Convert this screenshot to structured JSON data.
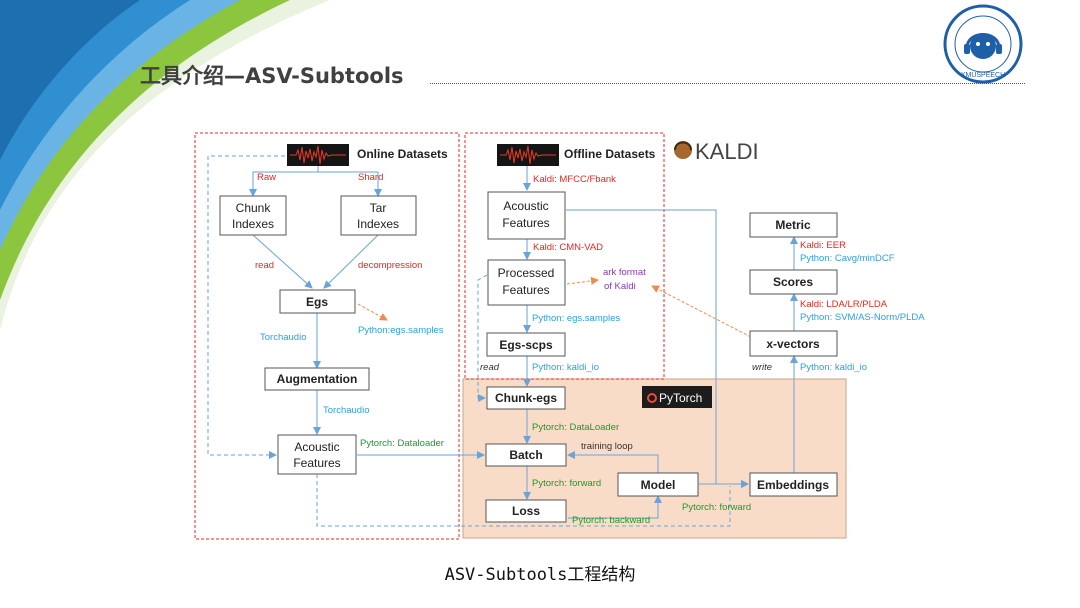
{
  "slide": {
    "title": "工具介绍—ASV-Subtools",
    "caption": "ASV-Subtools工程结构"
  },
  "colors": {
    "accent_green": "#8cc63f",
    "accent_blue": "#2f8fd0",
    "pytorch_panel": "#f9dcc7",
    "dashed_red": "#e8271f"
  },
  "logo": {
    "ring_text": "XMUSPEECH",
    "icon": "headphone-face-icon"
  },
  "diagram": {
    "groups": {
      "online": "Online Datasets",
      "offline": "Offline Datasets",
      "kaldi_logo": "KALDI",
      "pytorch_logo": "PyTorch"
    },
    "nodes": {
      "chunk_indexes_1": "Chunk",
      "chunk_indexes_2": "Indexes",
      "tar_indexes_1": "Tar",
      "tar_indexes_2": "Indexes",
      "egs": "Egs",
      "augmentation": "Augmentation",
      "online_features_1": "Acoustic",
      "online_features_2": "Features",
      "acoustic_features_1": "Acoustic",
      "acoustic_features_2": "Features",
      "processed_features_1": "Processed",
      "processed_features_2": "Features",
      "egs_scps": "Egs-scps",
      "chunk_egs": "Chunk-egs",
      "batch": "Batch",
      "loss": "Loss",
      "model": "Model",
      "embeddings": "Embeddings",
      "xvectors": "x-vectors",
      "scores": "Scores",
      "metric": "Metric"
    },
    "edge_labels": {
      "raw": "Raw",
      "shard": "Shard",
      "read": "read",
      "decompression": "decompression",
      "egs_samples_online": "Python:egs.samples",
      "torchaudio_1": "Torchaudio",
      "torchaudio_2": "Torchaudio",
      "dataloader_online": "Pytorch: Dataloader",
      "kaldi_mfcc": "Kaldi: MFCC/Fbank",
      "kaldi_cmn": "Kaldi: CMN-VAD",
      "ark_1": "ark format",
      "ark_2": "of Kaldi",
      "egs_samples_offline": "Python: egs.samples",
      "read_offline": "read",
      "kaldi_io_1": "Python: kaldi_io",
      "dataloader": "Pytorch: DataLoader",
      "training_loop": "training loop",
      "forward_1": "Pytorch: forward",
      "forward_2": "Pytorch: forward",
      "backward": "Pytorch: backward",
      "write": "write",
      "kaldi_io_2": "Python: kaldi_io",
      "lda": "Kaldi: LDA/LR/PLDA",
      "svm": "Python: SVM/AS-Norm/PLDA",
      "eer": "Kaldi: EER",
      "cavg": "Python: Cavg/minDCF"
    }
  }
}
